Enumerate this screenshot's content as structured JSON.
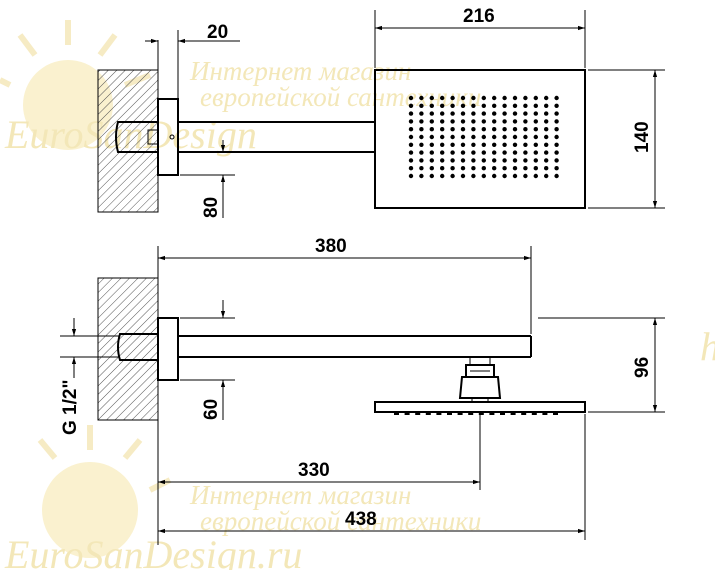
{
  "dimensions": {
    "flange_depth": "20",
    "head_width": "216",
    "head_height": "140",
    "arm_offset_top": "80",
    "arm_length": "380",
    "thread": "G 1/2\"",
    "arm_offset_side": "60",
    "head_depth": "96",
    "to_center": "330",
    "overall": "438"
  },
  "watermark": {
    "line1": "Интернет магазин",
    "line2": "европейской сантехники",
    "brand": "EuroSanDesign",
    "brand_bottom": "EuroSanDesign.ru"
  },
  "colors": {
    "line": "#000000",
    "watermark": "#f3e7b8",
    "hatch": "#555555"
  }
}
